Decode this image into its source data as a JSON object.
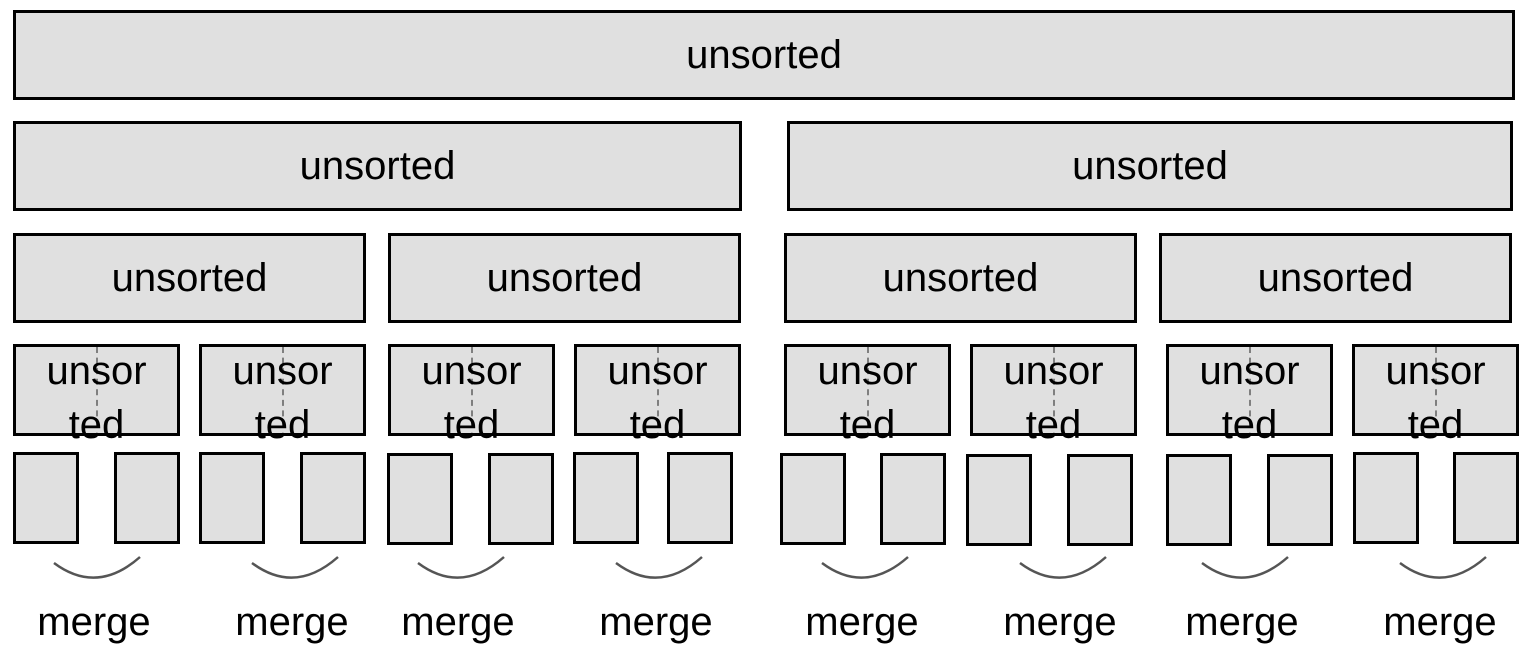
{
  "levels": {
    "top": [
      "unsorted"
    ],
    "halves": [
      "unsorted",
      "unsorted"
    ],
    "quarters": [
      "unsorted",
      "unsorted",
      "unsorted",
      "unsorted"
    ],
    "eighths": [
      {
        "part1": "unsor",
        "part2": "ted"
      },
      {
        "part1": "unsor",
        "part2": "ted"
      },
      {
        "part1": "unsor",
        "part2": "ted"
      },
      {
        "part1": "unsor",
        "part2": "ted"
      },
      {
        "part1": "unsor",
        "part2": "ted"
      },
      {
        "part1": "unsor",
        "part2": "ted"
      },
      {
        "part1": "unsor",
        "part2": "ted"
      },
      {
        "part1": "unsor",
        "part2": "ted"
      }
    ]
  },
  "merge_labels": [
    "merge",
    "merge",
    "merge",
    "merge",
    "merge",
    "merge",
    "merge",
    "merge"
  ],
  "colors": {
    "box_fill": "#e0e0e0",
    "border": "#000000",
    "dash": "#7f7f7f",
    "arc": "#555555"
  }
}
